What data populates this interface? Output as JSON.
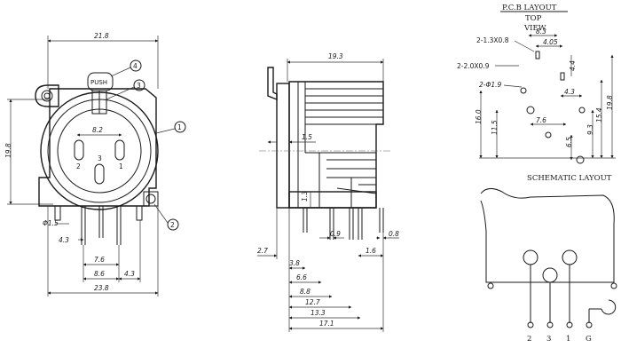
{
  "front_view": {
    "width_top": "21.8",
    "height_left": "19.8",
    "pin_spacing": "8.2",
    "push_label": "PUSH",
    "pin_labels": [
      "2",
      "3",
      "1"
    ],
    "hole_dia": "Φ1.5",
    "dims_bottom": [
      "4.3",
      "7.6",
      "8.6",
      "4.3",
      "23.8"
    ],
    "callouts": [
      "1",
      "2",
      "3",
      "4"
    ]
  },
  "side_view": {
    "width_top": "19.3",
    "dims": [
      "1.5",
      "1.3",
      "0.9",
      "0.8",
      "2.7",
      "1.6",
      "3.8",
      "6.6",
      "8.8",
      "12.7",
      "13.3",
      "17.1"
    ]
  },
  "pcb_layout": {
    "title": "P.C.B LAYOUT",
    "subtitle_top": "TOP",
    "subtitle_view": "VIEW",
    "hole_notes": [
      "2-1.3X0.8",
      "2-2.0X0.9",
      "2-Φ1.9"
    ],
    "dims": [
      "8.3",
      "4.05",
      "4.4",
      "4.3",
      "16.0",
      "11.5",
      "7.6",
      "6.5",
      "9.3",
      "15.4",
      "19.8"
    ]
  },
  "schematic": {
    "title": "SCHEMATIC LAYOUT",
    "pin_labels": [
      "2",
      "3",
      "1",
      "G"
    ]
  }
}
